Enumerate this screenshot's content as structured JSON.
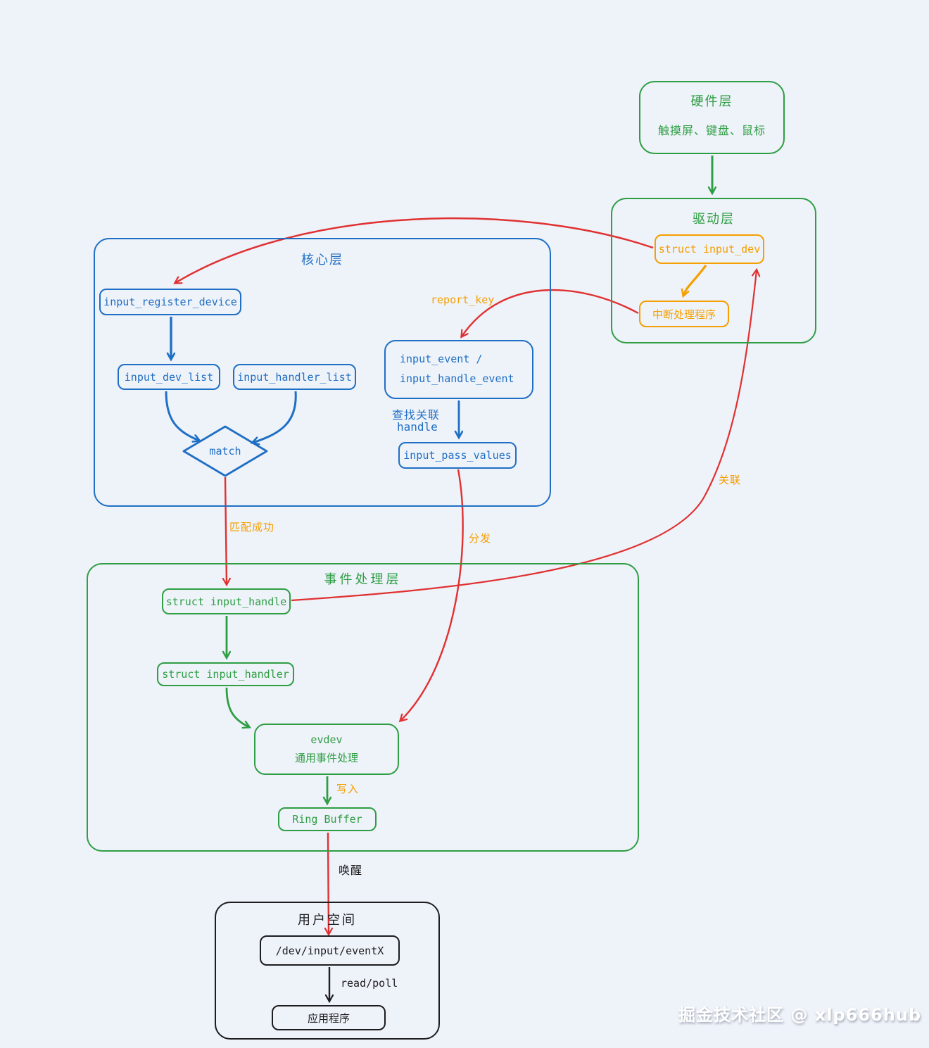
{
  "layers": {
    "hardware": {
      "title": "硬件层",
      "devices": "触摸屏、键盘、鼠标"
    },
    "driver": {
      "title": "驱动层",
      "nodes": {
        "input_dev": "struct input_dev",
        "irq_handler": "中断处理程序"
      }
    },
    "core": {
      "title": "核心层",
      "nodes": {
        "register": "input_register_device",
        "dev_list": "input_dev_list",
        "handler_list": "input_handler_list",
        "match": "match",
        "event_l1": "input_event /",
        "event_l2": "input_handle_event",
        "pass_values": "input_pass_values"
      }
    },
    "event": {
      "title": "事件处理层",
      "nodes": {
        "handle": "struct input_handle",
        "handler": "struct input_handler",
        "evdev_l1": "evdev",
        "evdev_l2": "通用事件处理",
        "ring": "Ring Buffer"
      }
    },
    "user": {
      "title": "用户空间",
      "nodes": {
        "devnode": "/dev/input/eventX",
        "app": "应用程序"
      }
    }
  },
  "edges": {
    "report_key": "report_key",
    "find_l1": "查找关联",
    "find_l2": "handle",
    "match_ok": "匹配成功",
    "dispatch": "分发",
    "assoc": "关联",
    "write": "写入",
    "wake": "唤醒",
    "read_poll": "read/poll"
  },
  "watermark": "掘金技术社区 @ xlp666hub"
}
